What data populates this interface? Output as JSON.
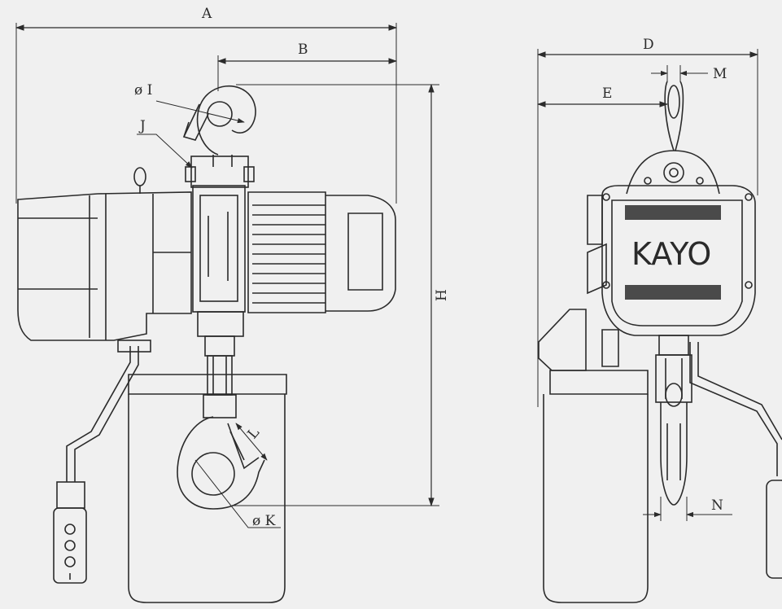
{
  "colors": {
    "background": "#f0f0f0",
    "ink": "#2b2b2b",
    "fill_dark": "#4a4a4a"
  },
  "labels": {
    "A": "A",
    "B": "B",
    "I": "ø I",
    "J": "J",
    "H": "H",
    "L": "L",
    "K": "ø K",
    "D": "D",
    "E": "E",
    "M": "M",
    "N": "N"
  },
  "brand": "KAYO"
}
